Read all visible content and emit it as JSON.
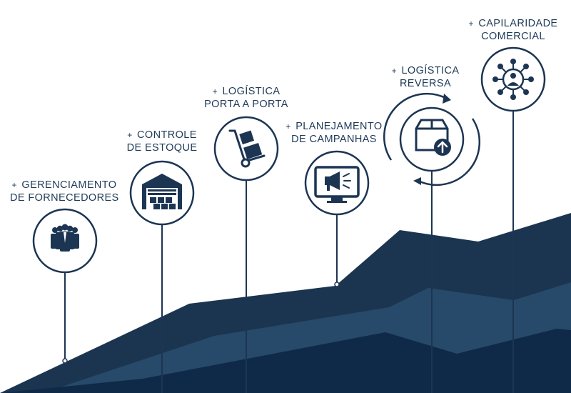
{
  "colors": {
    "navy": "#1c3553",
    "mountain_back": "#1b3550",
    "mountain_mid": "#254763",
    "mountain_front": "#0f2a48",
    "background": "#ffffff"
  },
  "steps": [
    {
      "plus": "+",
      "line1": "GERENCIAMENTO",
      "line2": "DE FORNECEDORES",
      "icon": "suppliers-team-icon"
    },
    {
      "plus": "+",
      "line1": "CONTROLE",
      "line2": "DE ESTOQUE",
      "icon": "warehouse-icon"
    },
    {
      "plus": "+",
      "line1": "LOGÍSTICA",
      "line2": "PORTA A PORTA",
      "icon": "hand-truck-icon"
    },
    {
      "plus": "+",
      "line1": "PLANEJAMENTO",
      "line2": "DE CAMPANHAS",
      "icon": "megaphone-screen-icon"
    },
    {
      "plus": "+",
      "line1": "LOGÍSTICA",
      "line2": "REVERSA",
      "icon": "reverse-logistics-box-icon"
    },
    {
      "plus": "+",
      "line1": "CAPILARIDADE",
      "line2": "COMERCIAL",
      "icon": "network-person-icon"
    }
  ]
}
